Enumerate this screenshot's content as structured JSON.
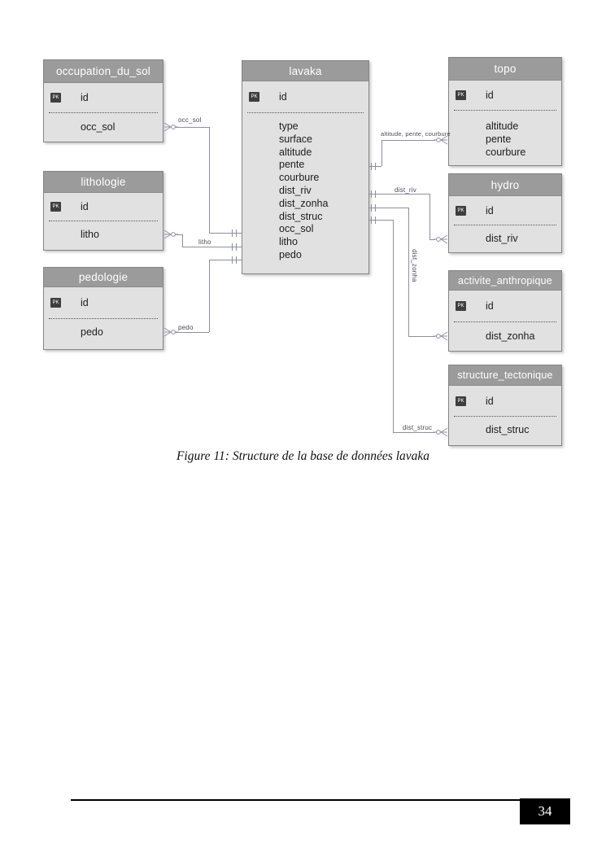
{
  "page": {
    "caption": "Figure 11: Structure de la base de données lavaka",
    "page_number": "34"
  },
  "diagram": {
    "pk_label": "PK",
    "colors": {
      "header_bg": "#9b9b9b",
      "body_bg": "#e1e1e1",
      "pk_badge_bg": "#3e3e3e",
      "border": "#858585",
      "connector_line": "#8f8f9f"
    },
    "tables": {
      "occupation_du_sol": {
        "title": "occupation_du_sol",
        "pk": "id",
        "fields": [
          "occ_sol"
        ]
      },
      "lithologie": {
        "title": "lithologie",
        "pk": "id",
        "fields": [
          "litho"
        ]
      },
      "pedologie": {
        "title": "pedologie",
        "pk": "id",
        "fields": [
          "pedo"
        ]
      },
      "lavaka": {
        "title": "lavaka",
        "pk": "id",
        "fields": [
          "type",
          "surface",
          "altitude",
          "pente",
          "courbure",
          "dist_riv",
          "dist_zonha",
          "dist_struc",
          "occ_sol",
          "litho",
          "pedo"
        ]
      },
      "topo": {
        "title": "topo",
        "pk": "id",
        "fields": [
          "altitude",
          "pente",
          "courbure"
        ]
      },
      "hydro": {
        "title": "hydro",
        "pk": "id",
        "fields": [
          "dist_riv"
        ]
      },
      "activite_anthropique": {
        "title": "activite_anthropique",
        "pk": "id",
        "fields": [
          "dist_zonha"
        ]
      },
      "structure_tectonique": {
        "title": "structure_tectonique",
        "pk": "id",
        "fields": [
          "dist_struc"
        ]
      }
    },
    "connector_labels": {
      "occ_sol": "occ_sol",
      "litho": "litho",
      "pedo": "pedo",
      "topo": "altitude, pente, courbure",
      "dist_riv": "dist_riv",
      "dist_zonha": "dist_zonha",
      "dist_struc": "dist_struc"
    }
  }
}
